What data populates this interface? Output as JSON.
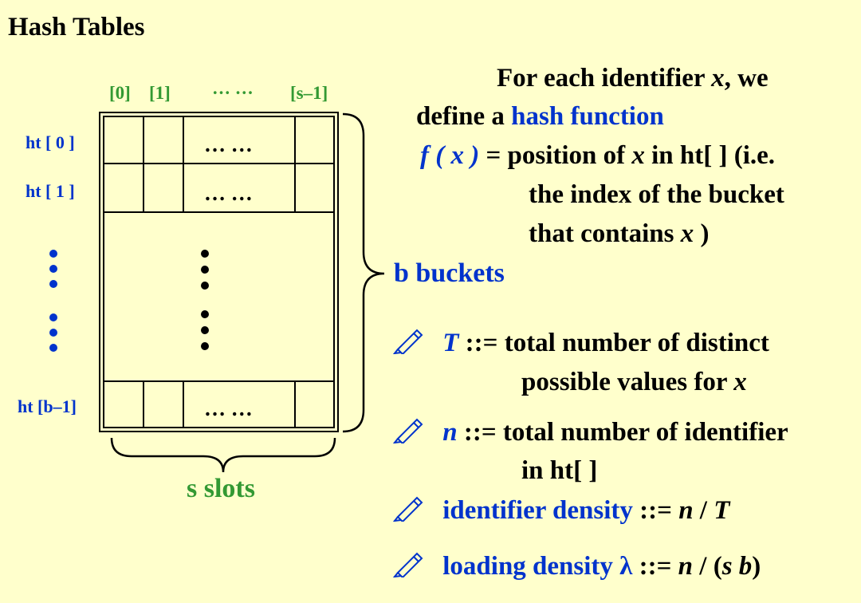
{
  "title": "Hash Tables",
  "columns": {
    "c0": "[0]",
    "c1": "[1]",
    "cdots": "… …",
    "clast": "[s–1]"
  },
  "rows": {
    "r0": "ht [ 0 ]",
    "r1": "ht [ 1 ]",
    "rlast": "ht [b–1]"
  },
  "cell_dots": "… …",
  "buckets_label": "b buckets",
  "slots_label": "s slots",
  "hash_def": {
    "line1a": "For each identifier",
    "line1x": "x",
    "line1b": ",  we",
    "line2a": "define a",
    "line2b": "hash function",
    "line3f": "f ( x )",
    "line3a": " = position of",
    "line3x": "x",
    "line3b": " in ht[ ] (i.e.",
    "line4": "the index of the bucket",
    "line5a": "that contains",
    "line5x": "x",
    "line5b": " )"
  },
  "bullets": {
    "T": {
      "sym": "T",
      "a": "  ::= total number of distinct",
      "b": "possible values for",
      "x": "x"
    },
    "n": {
      "sym": "n",
      "a": " ::= total number of identifier",
      "b": "in ht[ ]"
    },
    "density": {
      "term": "identifier density",
      "a": " ::= ",
      "n": "n",
      "slash": " / ",
      "T": "T"
    },
    "loading": {
      "term": "loading density",
      "lambda": " λ",
      "a": " ::= ",
      "n": "n",
      "b": " / (",
      "s": "s",
      "sp": " ",
      "bb": "b",
      "c": ")"
    }
  },
  "icons": [
    "pencil-icon"
  ],
  "colors": {
    "background": "#ffffcc",
    "blue": "#0033cc",
    "green": "#339933"
  }
}
